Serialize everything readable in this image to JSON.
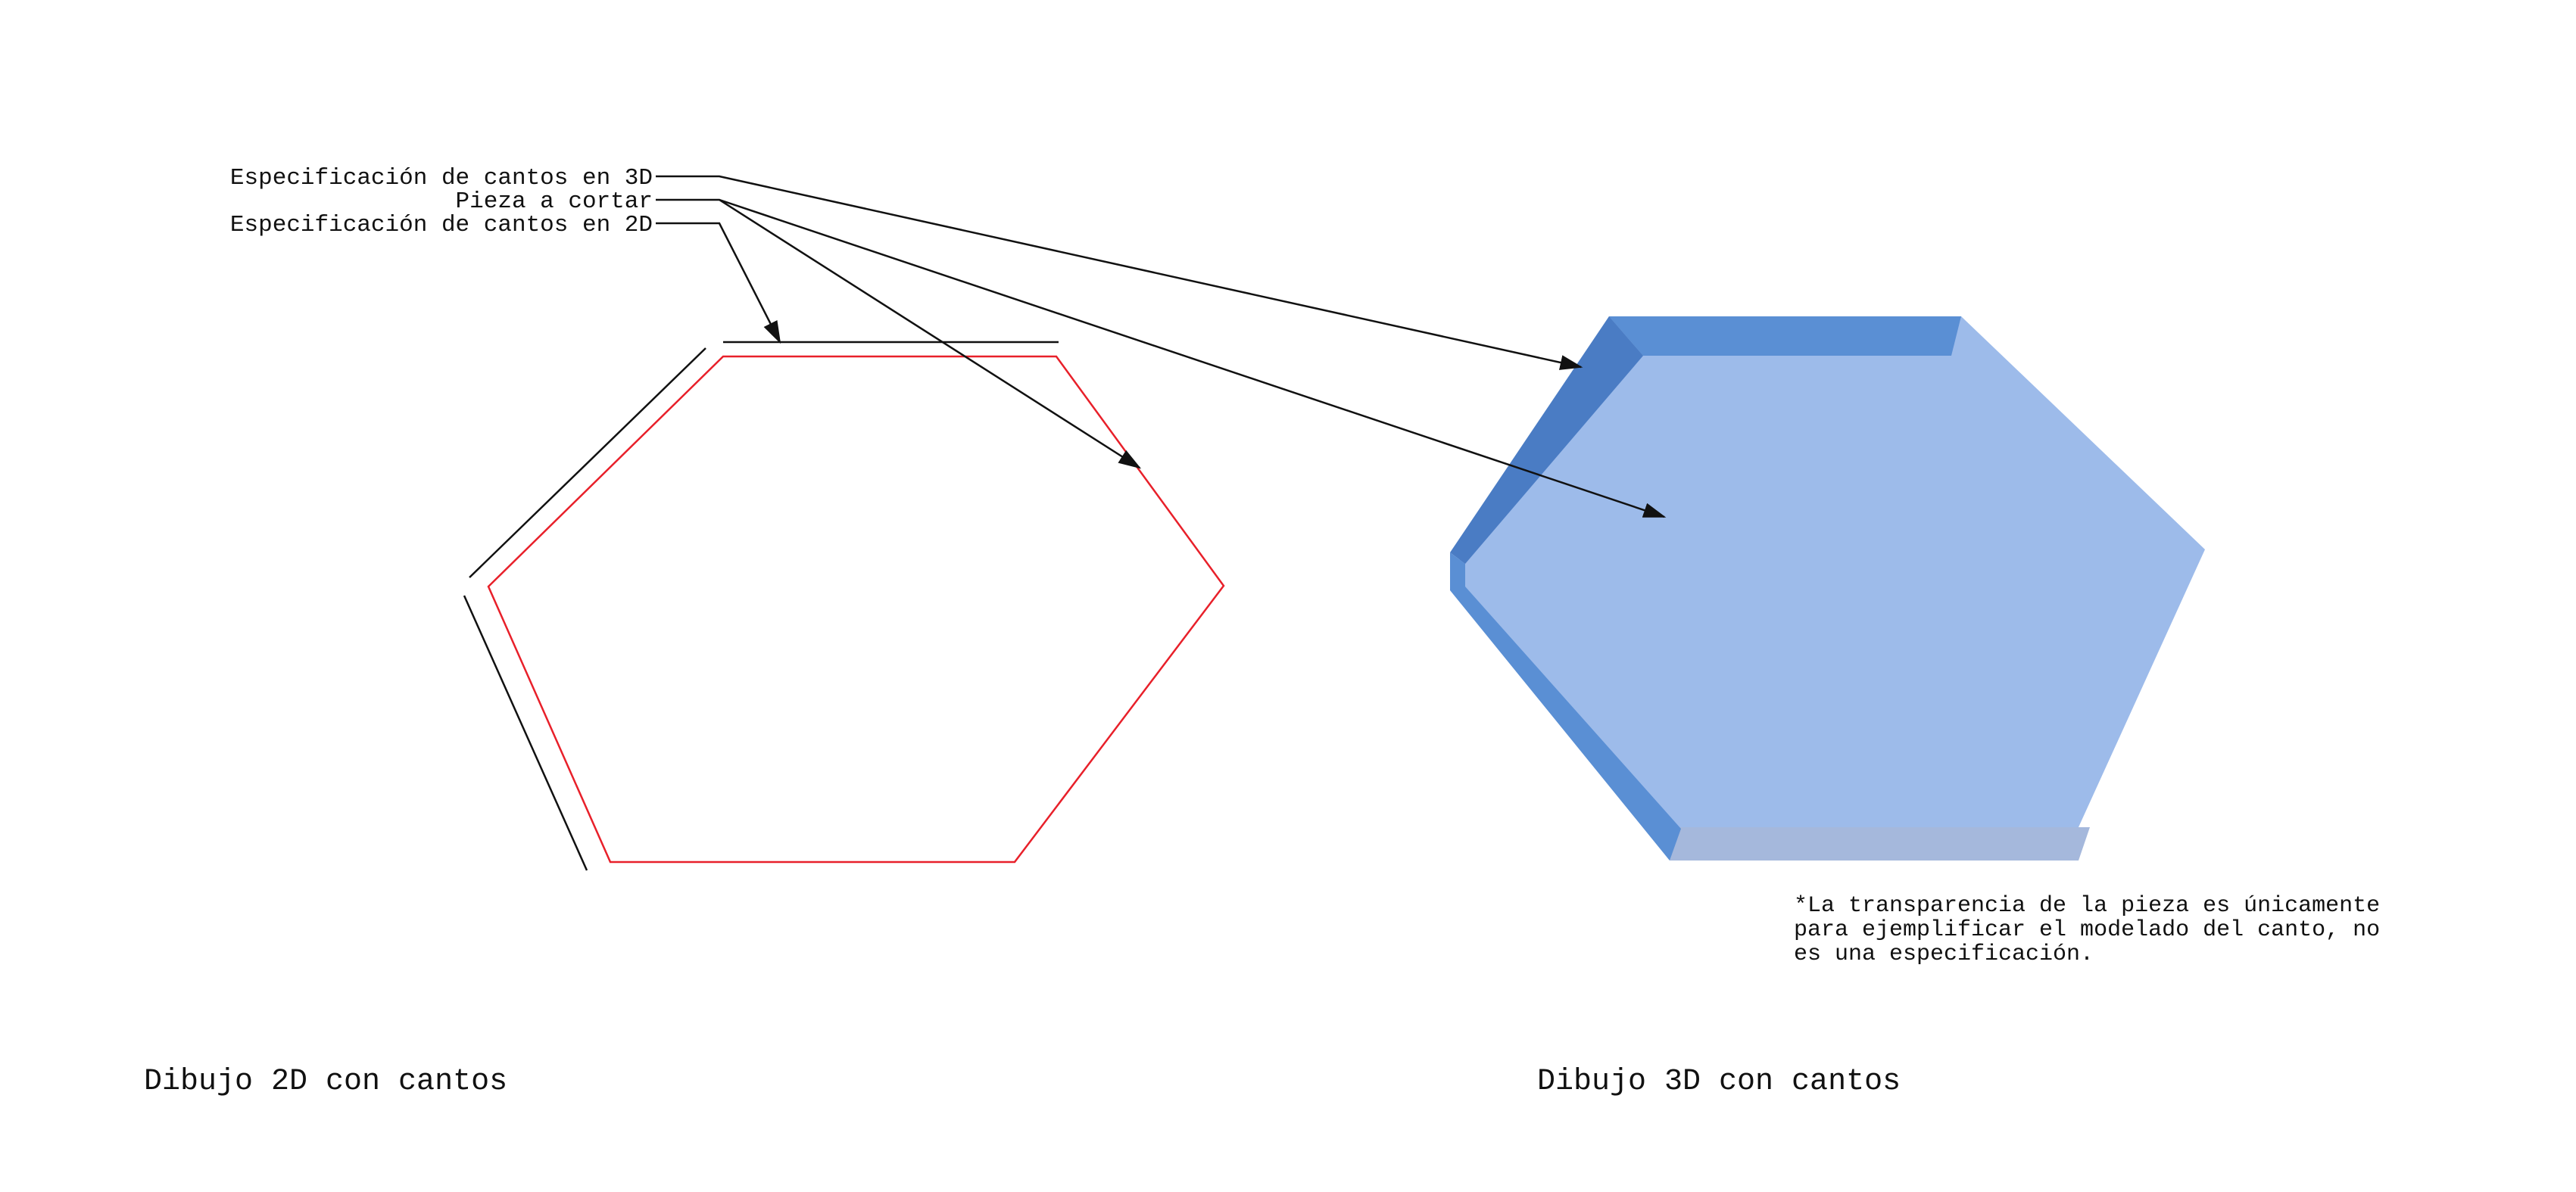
{
  "callouts": {
    "edges_3d": "Especificación de cantos en 3D",
    "piece": "Pieza a cortar",
    "edges_2d": "Especificación de cantos en 2D"
  },
  "captions": {
    "drawing_2d": "Dibujo 2D con cantos",
    "drawing_3d": "Dibujo 3D con cantos"
  },
  "note": [
    "*La transparencia de la pieza es únicamente",
    "para ejemplificar el modelado del canto, no",
    "es una especificación."
  ],
  "colors": {
    "piece_outline": "#e8202a",
    "edge_line": "#111111",
    "piece_fill_3d": "#9dbbea",
    "edge_band_3d": "#5a8fd4",
    "edge_band_3d_dark": "#4a7cc4",
    "bottom_face_3d": "#a5b8dc"
  }
}
